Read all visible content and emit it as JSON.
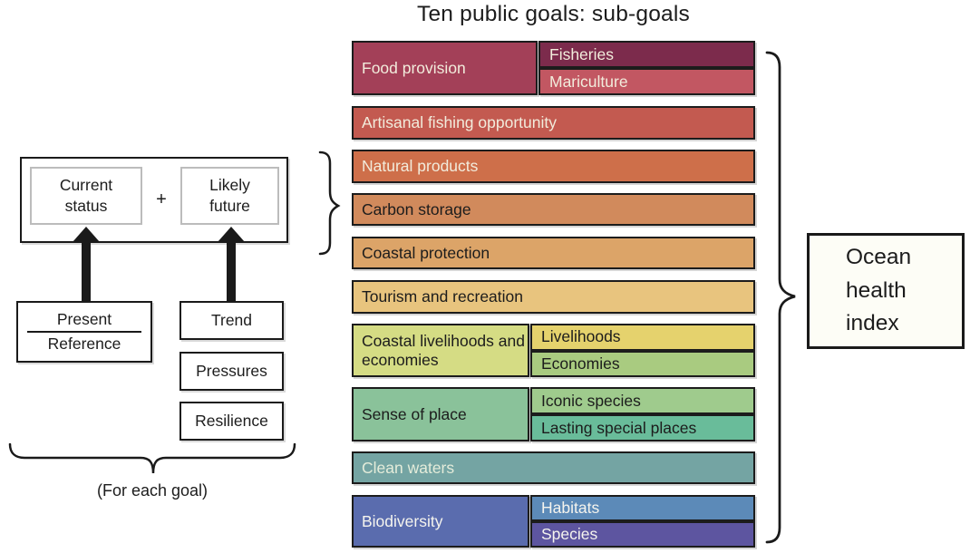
{
  "title": "Ten public goals: sub-goals",
  "left_panel": {
    "current_status_lines": [
      "Current",
      "status"
    ],
    "plus_sign": "+",
    "likely_future_lines": [
      "Likely",
      "future"
    ],
    "present": "Present",
    "reference": "Reference",
    "trend": "Trend",
    "pressures": "Pressures",
    "resilience": "Resilience",
    "caption": "(For each goal)"
  },
  "output_box": {
    "label_lines": [
      "Ocean",
      "health",
      "index"
    ]
  },
  "colors": {
    "border": "#1c1c1c",
    "light_text": "#f2ecdc",
    "dark_text": "#1c1c1c"
  },
  "goals": [
    {
      "label": "Food provision",
      "color": "#a34058",
      "text_color": "#f2ecdc",
      "subs": [
        {
          "label": "Fisheries",
          "color": "#7c2b4c",
          "text_color": "#f2ecdc"
        },
        {
          "label": "Mariculture",
          "color": "#c25762",
          "text_color": "#f2ecdc"
        }
      ]
    },
    {
      "label": "Artisanal fishing opportunity",
      "color": "#c35a50",
      "text_color": "#f2ecdc",
      "subs": []
    },
    {
      "label": "Natural products",
      "color": "#ce6f4a",
      "text_color": "#f2ecdc",
      "subs": []
    },
    {
      "label": "Carbon storage",
      "color": "#d18a5c",
      "text_color": "#1c1c1c",
      "subs": []
    },
    {
      "label": "Coastal protection",
      "color": "#dca468",
      "text_color": "#1c1c1c",
      "subs": []
    },
    {
      "label": "Tourism and recreation",
      "color": "#e8c47e",
      "text_color": "#1c1c1c",
      "subs": []
    },
    {
      "label": "Coastal livelihoods and economies",
      "color": "#d5dc84",
      "text_color": "#1c1c1c",
      "subs": [
        {
          "label": "Livelihoods",
          "color": "#e5d26d",
          "text_color": "#1c1c1c"
        },
        {
          "label": "Economies",
          "color": "#a9cb80",
          "text_color": "#1c1c1c"
        }
      ]
    },
    {
      "label": "Sense of place",
      "color": "#8ac29a",
      "text_color": "#1c1c1c",
      "subs": [
        {
          "label": "Iconic species",
          "color": "#9fcb8d",
          "text_color": "#1c1c1c"
        },
        {
          "label": "Lasting special places",
          "color": "#69bc9a",
          "text_color": "#1c1c1c"
        }
      ]
    },
    {
      "label": "Clean waters",
      "color": "#74a4a3",
      "text_color": "#e4ecda",
      "subs": []
    },
    {
      "label": "Biodiversity",
      "color": "#5a6cae",
      "text_color": "#f5f4ee",
      "subs": [
        {
          "label": "Habitats",
          "color": "#5c8ab8",
          "text_color": "#f5f4ee"
        },
        {
          "label": "Species",
          "color": "#5d55a0",
          "text_color": "#f5f4ee"
        }
      ]
    }
  ]
}
